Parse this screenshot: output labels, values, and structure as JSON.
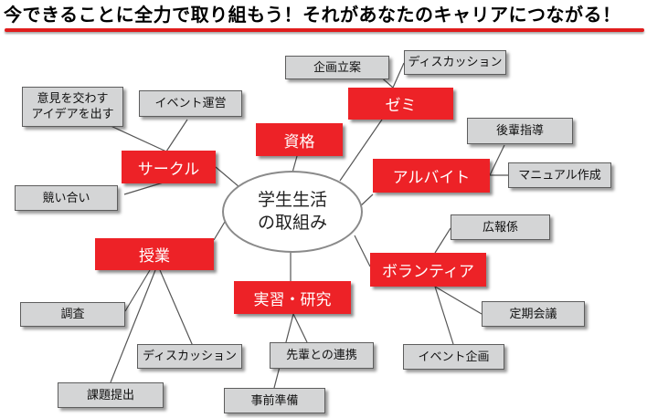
{
  "title": "今できることに全力で取り組もう！それがあなたのキャリアにつながる！",
  "hub": "学生生活\nの取組み",
  "categories": {
    "circle": "サークル",
    "qualification": "資格",
    "seminar": "ゼミ",
    "parttime": "アルバイト",
    "volunteer": "ボランティア",
    "practicum": "実習・研究",
    "lecture": "授業"
  },
  "leaves": {
    "opinion": "意見を交わす\nアイデアを出す",
    "event_circle": "イベント運営",
    "compete": "競い合い",
    "planning": "企画立案",
    "discussion_seminar": "ディスカッション",
    "juniors": "後輩指導",
    "manual": "マニュアル作成",
    "pr": "広報係",
    "meeting": "定期会議",
    "event_volunteer": "イベント企画",
    "senior_link": "先輩との連携",
    "preparation": "事前準備",
    "survey": "調査",
    "discussion_lecture": "ディスカッション",
    "assignment": "課題提出"
  }
}
